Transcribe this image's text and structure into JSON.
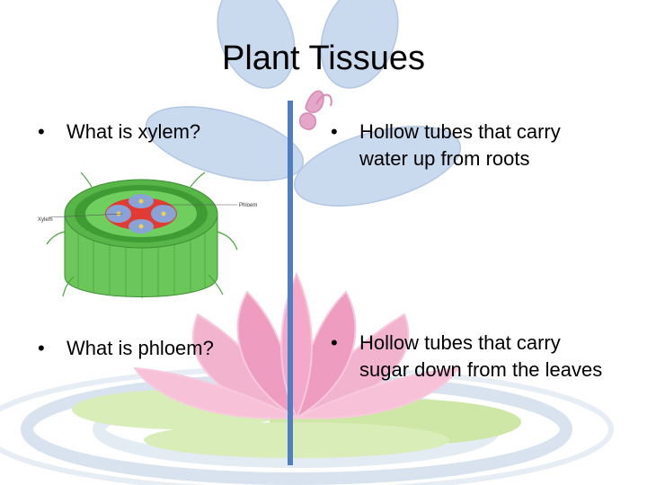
{
  "slide": {
    "title": "Plant Tissues",
    "bullet_char": "•",
    "questions": [
      {
        "text": "What is xylem?"
      },
      {
        "text": "What is phloem?"
      }
    ],
    "answers": [
      {
        "text": "Hollow tubes that carry water up from roots"
      },
      {
        "text": "Hollow tubes that carry sugar down from the leaves"
      }
    ],
    "figure": {
      "label_left": "Xylem",
      "label_right": "Phloem"
    }
  },
  "colors": {
    "divider": "#4f7fc0",
    "dragonfly": "#c9d9ee",
    "lotus": "#f4a9c8",
    "lily_pad": "#cfe7a6",
    "water": "#d8e3ef",
    "stem_green": "#5cbf4a",
    "stem_red": "#e23b33",
    "stem_blue": "#8aa3d6"
  }
}
